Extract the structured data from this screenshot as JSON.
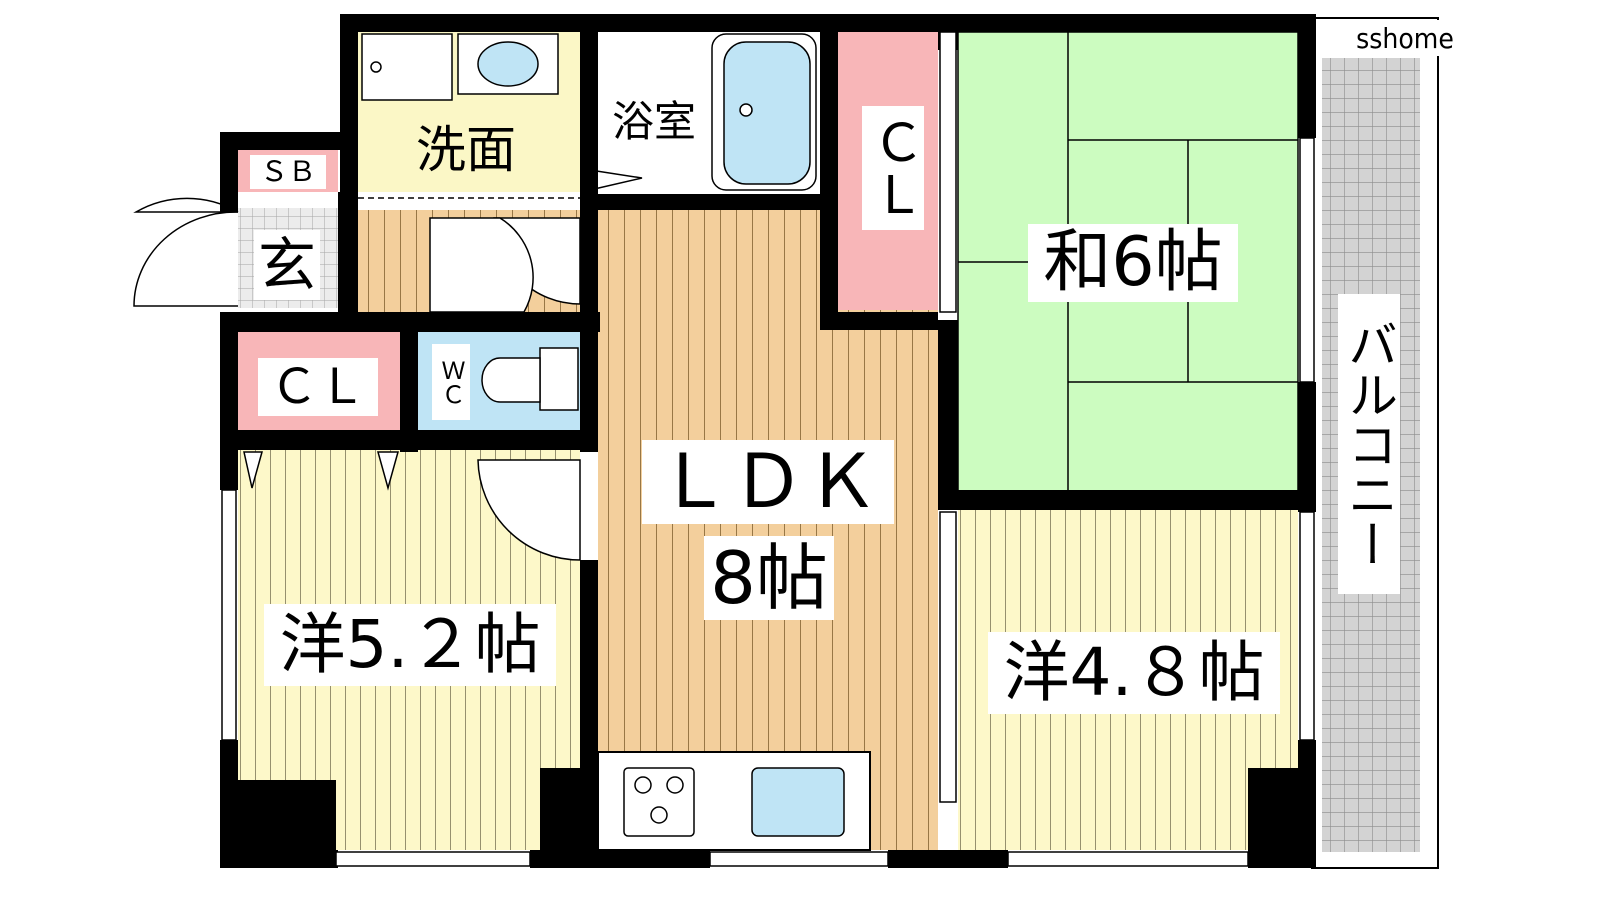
{
  "watermark": "sshome",
  "rooms": {
    "washroom": "洗面",
    "bathroom": "浴室",
    "shoe_box": "ＳＢ",
    "entrance": "玄",
    "closet_left": "ＣＬ",
    "toilet": "ＷＣ",
    "closet_center": "ＣＬ",
    "ldk_name": "ＬＤＫ",
    "ldk_size": "8帖",
    "japanese_room": "和6帖",
    "western_left": "洋5.２帖",
    "western_right": "洋4.８帖",
    "balcony": "バルコニー"
  },
  "colors": {
    "wall": "#000000",
    "tatami": "#ccfcc0",
    "ldk_floor": "#f3cf9c",
    "western_floor": "#fdf8c9",
    "washroom_floor": "#fbf7c6",
    "entrance_floor": "#e6e6e6",
    "closet": "#f8b6b8",
    "water_fixture": "#bfe4f5",
    "balcony": "#cfcfcf"
  }
}
